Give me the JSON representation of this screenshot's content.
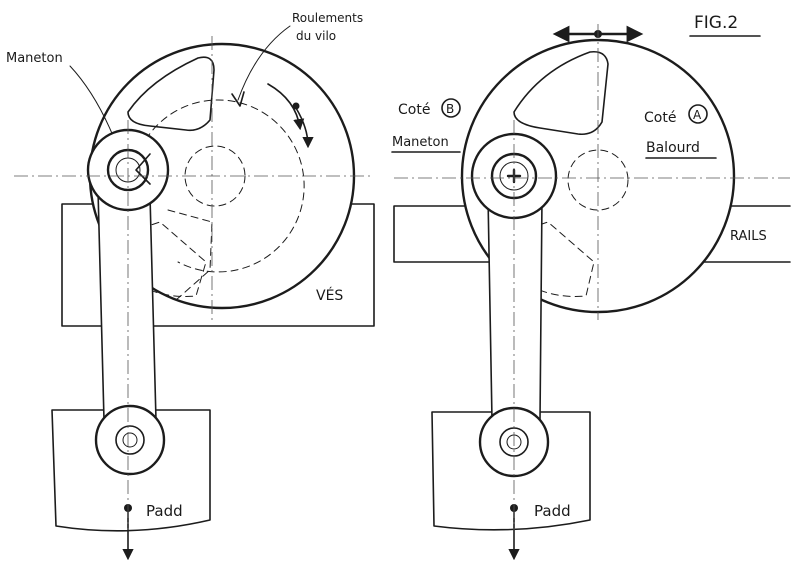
{
  "figure": {
    "title": "FIG.2",
    "left_view": {
      "label_maneton": "Maneton",
      "label_bearings_line1": "Roulements",
      "label_bearings_line2": "du vilo",
      "label_frame": "VÉS",
      "label_padd": "Padd"
    },
    "right_view": {
      "label_side_b": "Coté",
      "label_side_b_letter": "B",
      "label_maneton": "Maneton",
      "label_side_a": "Coté",
      "label_side_a_letter": "A",
      "label_balourd": "Balourd",
      "label_rails": "RAILS",
      "label_padd": "Padd"
    }
  }
}
